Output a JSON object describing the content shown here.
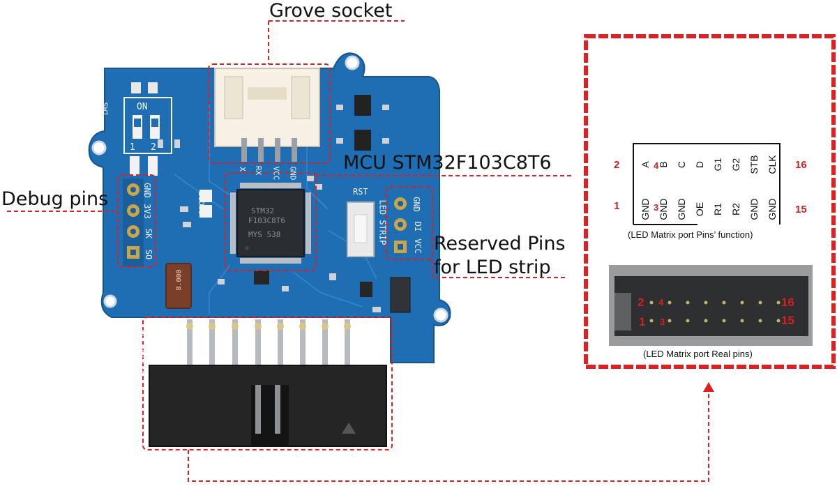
{
  "labels": {
    "grove_socket": "Grove socket",
    "mcu": "MCU STM32F103C8T6",
    "debug_pins": "Debug pins",
    "reserved_line1": "Reserved Pins",
    "reserved_line2": "for LED strip"
  },
  "board": {
    "sw1": "SW1",
    "sw_on": "ON",
    "sw_num1": "1",
    "sw_num2": "2",
    "boot0": "BOOT0",
    "rst": "RST",
    "chip_line1": "STM32",
    "chip_line2": "F103C8T6",
    "chip_line3": "MYS 538",
    "crystal": "8.000",
    "grove_pins": [
      "X",
      "RX",
      "VCC",
      "GND"
    ],
    "debug_pins": [
      "GND",
      "3V3",
      "SK",
      "SO"
    ],
    "led_strip_title": "LED STRIP",
    "led_strip_pins": [
      "GND",
      "DI",
      "VCC"
    ],
    "led_matrix": "LED_MATRIX"
  },
  "pin_function": {
    "top_row": [
      "A",
      "B",
      "C",
      "D",
      "G1",
      "G2",
      "STB",
      "CLK"
    ],
    "bottom_row": [
      "GND",
      "GND",
      "GND",
      "OE",
      "R1",
      "R2",
      "GND",
      "GND"
    ],
    "num_top_left": "2",
    "num_top_inner": "4",
    "num_bottom_left": "1",
    "num_bottom_inner": "3",
    "num_top_right": "16",
    "num_bottom_right": "15",
    "caption": "(LED Matrix port Pins’ function)"
  },
  "real_pins": {
    "num_2": "2",
    "num_4": "4",
    "num_1": "1",
    "num_3": "3",
    "num_16": "16",
    "num_15": "15",
    "caption": "(LED Matrix port Real pins)"
  },
  "colors": {
    "pcb": "#1f6db3",
    "annotation": "#e02020",
    "connector": "#252525"
  }
}
